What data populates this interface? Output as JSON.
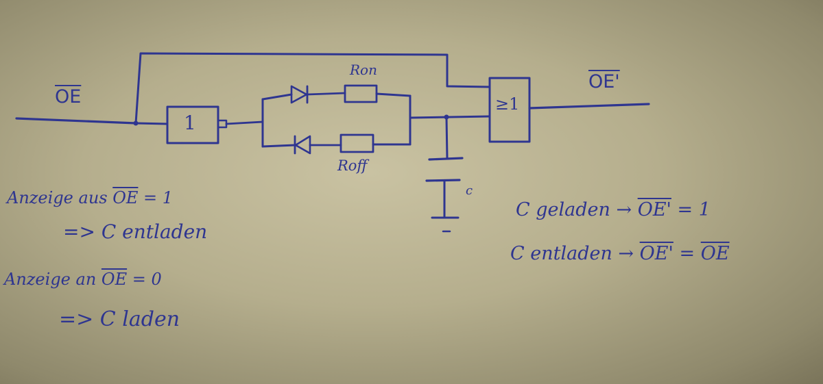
{
  "labels": {
    "oe_in": "OE",
    "oe_out": "OE'",
    "inverter": "1",
    "or_gate": "≥1",
    "r_on": "Ron",
    "r_off": "Roff",
    "cap": "c"
  },
  "notes": {
    "off": {
      "line1_pre": "Anzeige aus ",
      "line1_ovl": "OE",
      "line1_post": " = 1",
      "line2": "=> C entladen"
    },
    "on": {
      "line1_pre": "Anzeige an ",
      "line1_ovl": "OE",
      "line1_post": " = 0",
      "line2": "=> C laden"
    },
    "charged": {
      "pre": "C geladen → ",
      "ovl": "OE'",
      "post": " = 1"
    },
    "discharged": {
      "pre": "C entladen → ",
      "ovl1": "OE'",
      "mid": " = ",
      "ovl2": "OE"
    }
  },
  "colors": {
    "ink": "#2e3590",
    "paper": "#c9c2a2"
  }
}
